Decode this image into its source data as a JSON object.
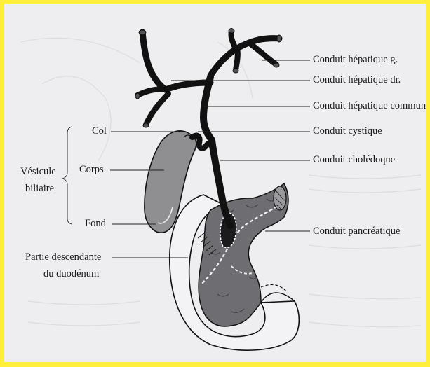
{
  "labels": {
    "hepatique_g": "Conduit hépatique g.",
    "hepatique_dr": "Conduit hépatique dr.",
    "hepatique_commun": "Conduit hépatique commun",
    "cystique": "Conduit cystique",
    "choledoque": "Conduit cholédoque",
    "pancreatique": "Conduit pancréatique",
    "col": "Col",
    "corps": "Corps",
    "fond": "Fond",
    "vesicule_line1": "Vésicule",
    "vesicule_line2": "biliaire",
    "duodenum_line1": "Partie descendante",
    "duodenum_line2": "du duodénum"
  },
  "colors": {
    "frame": "#ffef3a",
    "background": "#eeeef0",
    "gallbladder": "#8f8f92",
    "pancreas": "#6e6e72",
    "outline": "#111111"
  }
}
